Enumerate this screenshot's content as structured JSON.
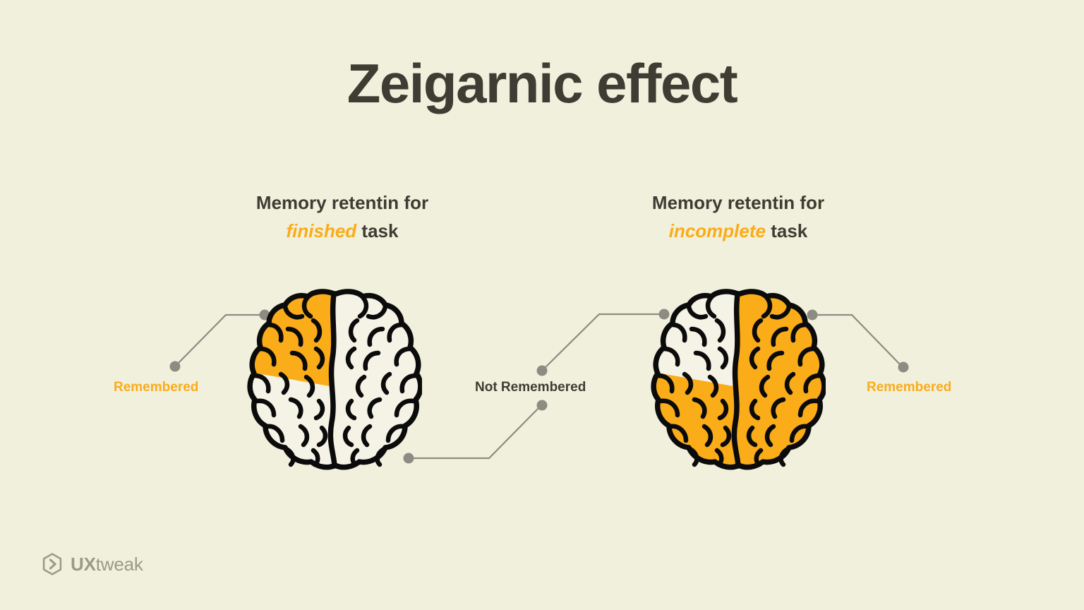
{
  "page": {
    "title": "Zeigarnic effect",
    "background_color": "#f1f0dd",
    "accent_color": "#faac19",
    "dark_color": "#3d3d33",
    "connector_color": "#8c8c83",
    "brain_fill": "#f5f3e6",
    "brain_stroke": "#0b0b0b"
  },
  "columns": {
    "left": {
      "heading_line1": "Memory retentin for",
      "heading_emphasis": "finished",
      "heading_suffix": "task"
    },
    "right": {
      "heading_line1": "Memory retentin for",
      "heading_emphasis": "incomplete",
      "heading_suffix": "task"
    }
  },
  "labels": {
    "remembered_left": "Remembered",
    "not_remembered": "Not Remembered",
    "remembered_right": "Remembered"
  },
  "diagram": {
    "left_brain": {
      "highlight_label": "Remembered",
      "highlight_fraction": 25,
      "plain_fraction": 75
    },
    "right_brain": {
      "highlight_label": "Remembered",
      "highlight_fraction": 75,
      "plain_fraction": 25
    }
  },
  "logo": {
    "bold": "UX",
    "thin": "tweak",
    "mark": "hexagon-chevron-icon"
  }
}
